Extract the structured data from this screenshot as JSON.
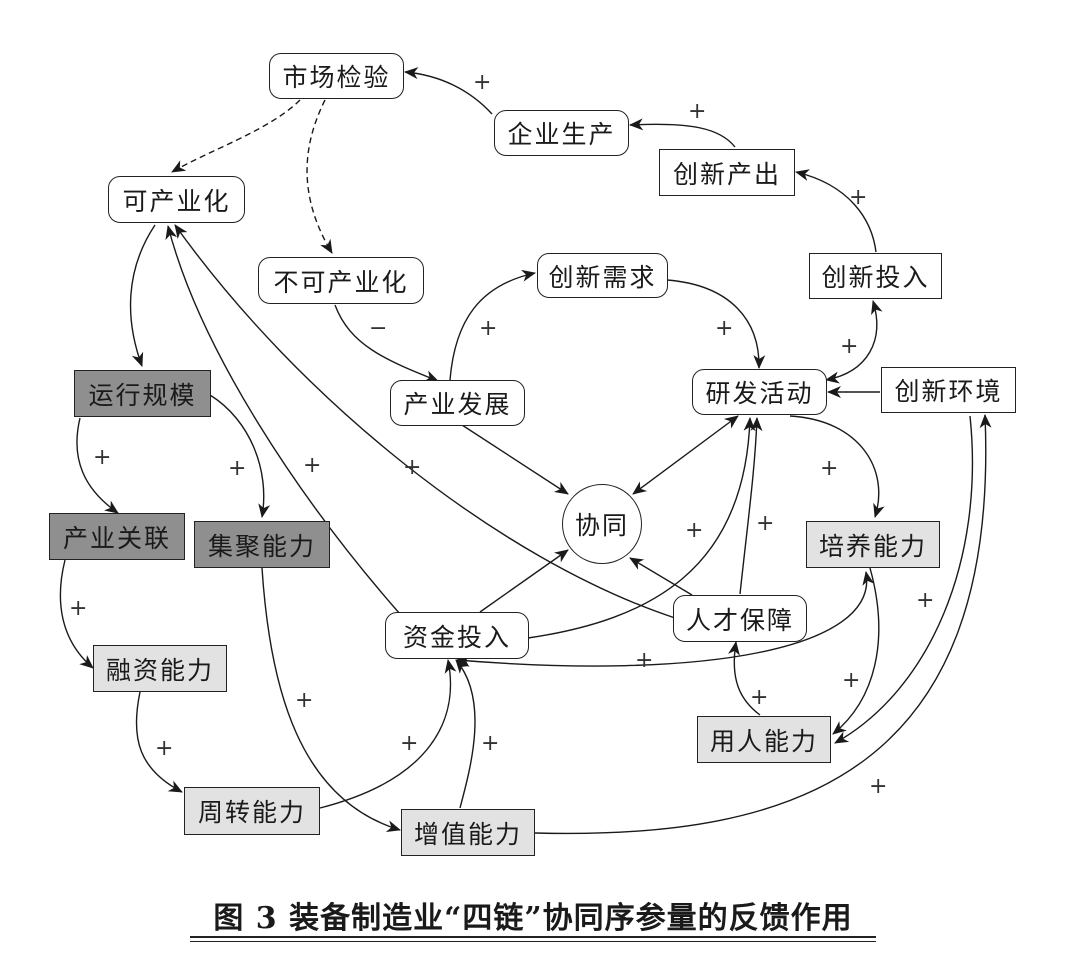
{
  "nodes": {
    "shichang_jianyan": "市场检验",
    "qiye_shengchan": "企业生产",
    "chuangxin_chanchu": "创新产出",
    "ke_chanyehua": "可产业化",
    "bu_ke_chanyehua": "不可产业化",
    "chuangxin_xuqiu": "创新需求",
    "chuangxin_touru": "创新投入",
    "chanye_fazhan": "产业发展",
    "yanfa_huodong": "研发活动",
    "chuangxin_huanjing": "创新环境",
    "yunxing_guimo": "运行规模",
    "chanye_guanlian": "产业关联",
    "jiju_nengli": "集聚能力",
    "xietong": "协同",
    "peiyang_nengli": "培养能力",
    "zijin_touru": "资金投入",
    "rencai_baozhang": "人才保障",
    "rongzi_nengli": "融资能力",
    "yongren_nengli": "用人能力",
    "zhouzhuan_nengli": "周转能力",
    "zengzhi_nengli": "增值能力"
  },
  "signs": {
    "plus": "+",
    "minus": "−"
  },
  "caption": "图 3  装备制造业“四链”协同序参量的反馈作用"
}
